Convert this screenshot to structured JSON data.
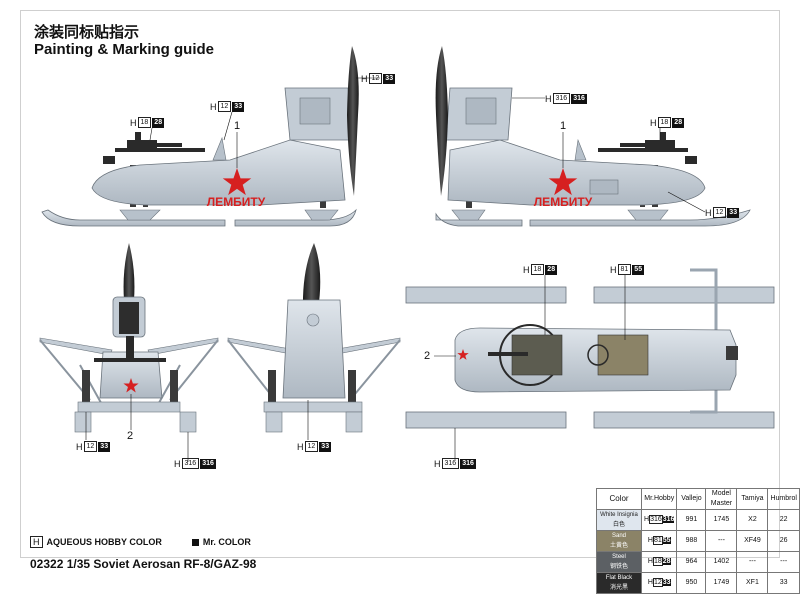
{
  "header": {
    "title_cn": "涂装同标贴指示",
    "title_en": "Painting & Marking guide"
  },
  "views": {
    "side_left": {
      "marking_text": "ЛЕМБИТУ",
      "callouts": [
        {
          "h": "H",
          "hobby": "12",
          "mr": "33"
        },
        {
          "h": "H",
          "hobby": "18",
          "mr": "28"
        },
        {
          "h": "H",
          "hobby": "12",
          "mr": "33"
        }
      ],
      "decal_number": "1"
    },
    "side_right": {
      "marking_text": "ЛЕМБИТУ",
      "callouts": [
        {
          "h": "H",
          "hobby": "316",
          "mr": "316"
        },
        {
          "h": "H",
          "hobby": "18",
          "mr": "28"
        },
        {
          "h": "H",
          "hobby": "12",
          "mr": "33"
        }
      ],
      "decal_number": "1"
    },
    "front": {
      "callouts": [
        {
          "h": "H",
          "hobby": "12",
          "mr": "33"
        },
        {
          "h": "H",
          "hobby": "316",
          "mr": "316"
        }
      ],
      "decal_number": "2"
    },
    "rear": {
      "callouts": [
        {
          "h": "H",
          "hobby": "12",
          "mr": "33"
        }
      ]
    },
    "top": {
      "callouts": [
        {
          "h": "H",
          "hobby": "18",
          "mr": "28"
        },
        {
          "h": "H",
          "hobby": "81",
          "mr": "55"
        },
        {
          "h": "H",
          "hobby": "316",
          "mr": "316"
        }
      ],
      "decal_number": "2"
    }
  },
  "legend": {
    "aqueous_marker": "H",
    "aqueous_label": "AQUEOUS HOBBY COLOR",
    "mr_label": "Mr. COLOR"
  },
  "color_table": {
    "headers": [
      "Color",
      "Mr.Hobby",
      "Vallejo",
      "Model Master",
      "Tamiya",
      "Humbrol"
    ],
    "rows": [
      {
        "name": "White Insignia",
        "name_cn": "白色",
        "swatch": "#dfe6ee",
        "mrhobby_h": "316",
        "mrhobby_mr": "316",
        "vallejo": "991",
        "model_master": "1745",
        "tamiya": "X2",
        "humbrol": "22"
      },
      {
        "name": "Sand",
        "name_cn": "土黄色",
        "swatch": "#8b8367",
        "mrhobby_h": "81",
        "mrhobby_mr": "55",
        "vallejo": "988",
        "model_master": "---",
        "tamiya": "XF49",
        "humbrol": "26"
      },
      {
        "name": "Steel",
        "name_cn": "钢铁色",
        "swatch": "#5c6064",
        "mrhobby_h": "18",
        "mrhobby_mr": "28",
        "vallejo": "964",
        "model_master": "1402",
        "tamiya": "---",
        "humbrol": "---"
      },
      {
        "name": "Flat Black",
        "name_cn": "消光黑",
        "swatch": "#2a2a2a",
        "mrhobby_h": "12",
        "mrhobby_mr": "33",
        "vallejo": "950",
        "model_master": "1749",
        "tamiya": "XF1",
        "humbrol": "33"
      }
    ]
  },
  "footer": {
    "text": "02322 1/35 Soviet Aerosan RF-8/GAZ-98"
  },
  "colors": {
    "body_gray": "#c9d2db",
    "body_dark": "#9aa5b0",
    "star_red": "#d62020",
    "black": "#1c1c1c",
    "tan": "#8b8367"
  }
}
